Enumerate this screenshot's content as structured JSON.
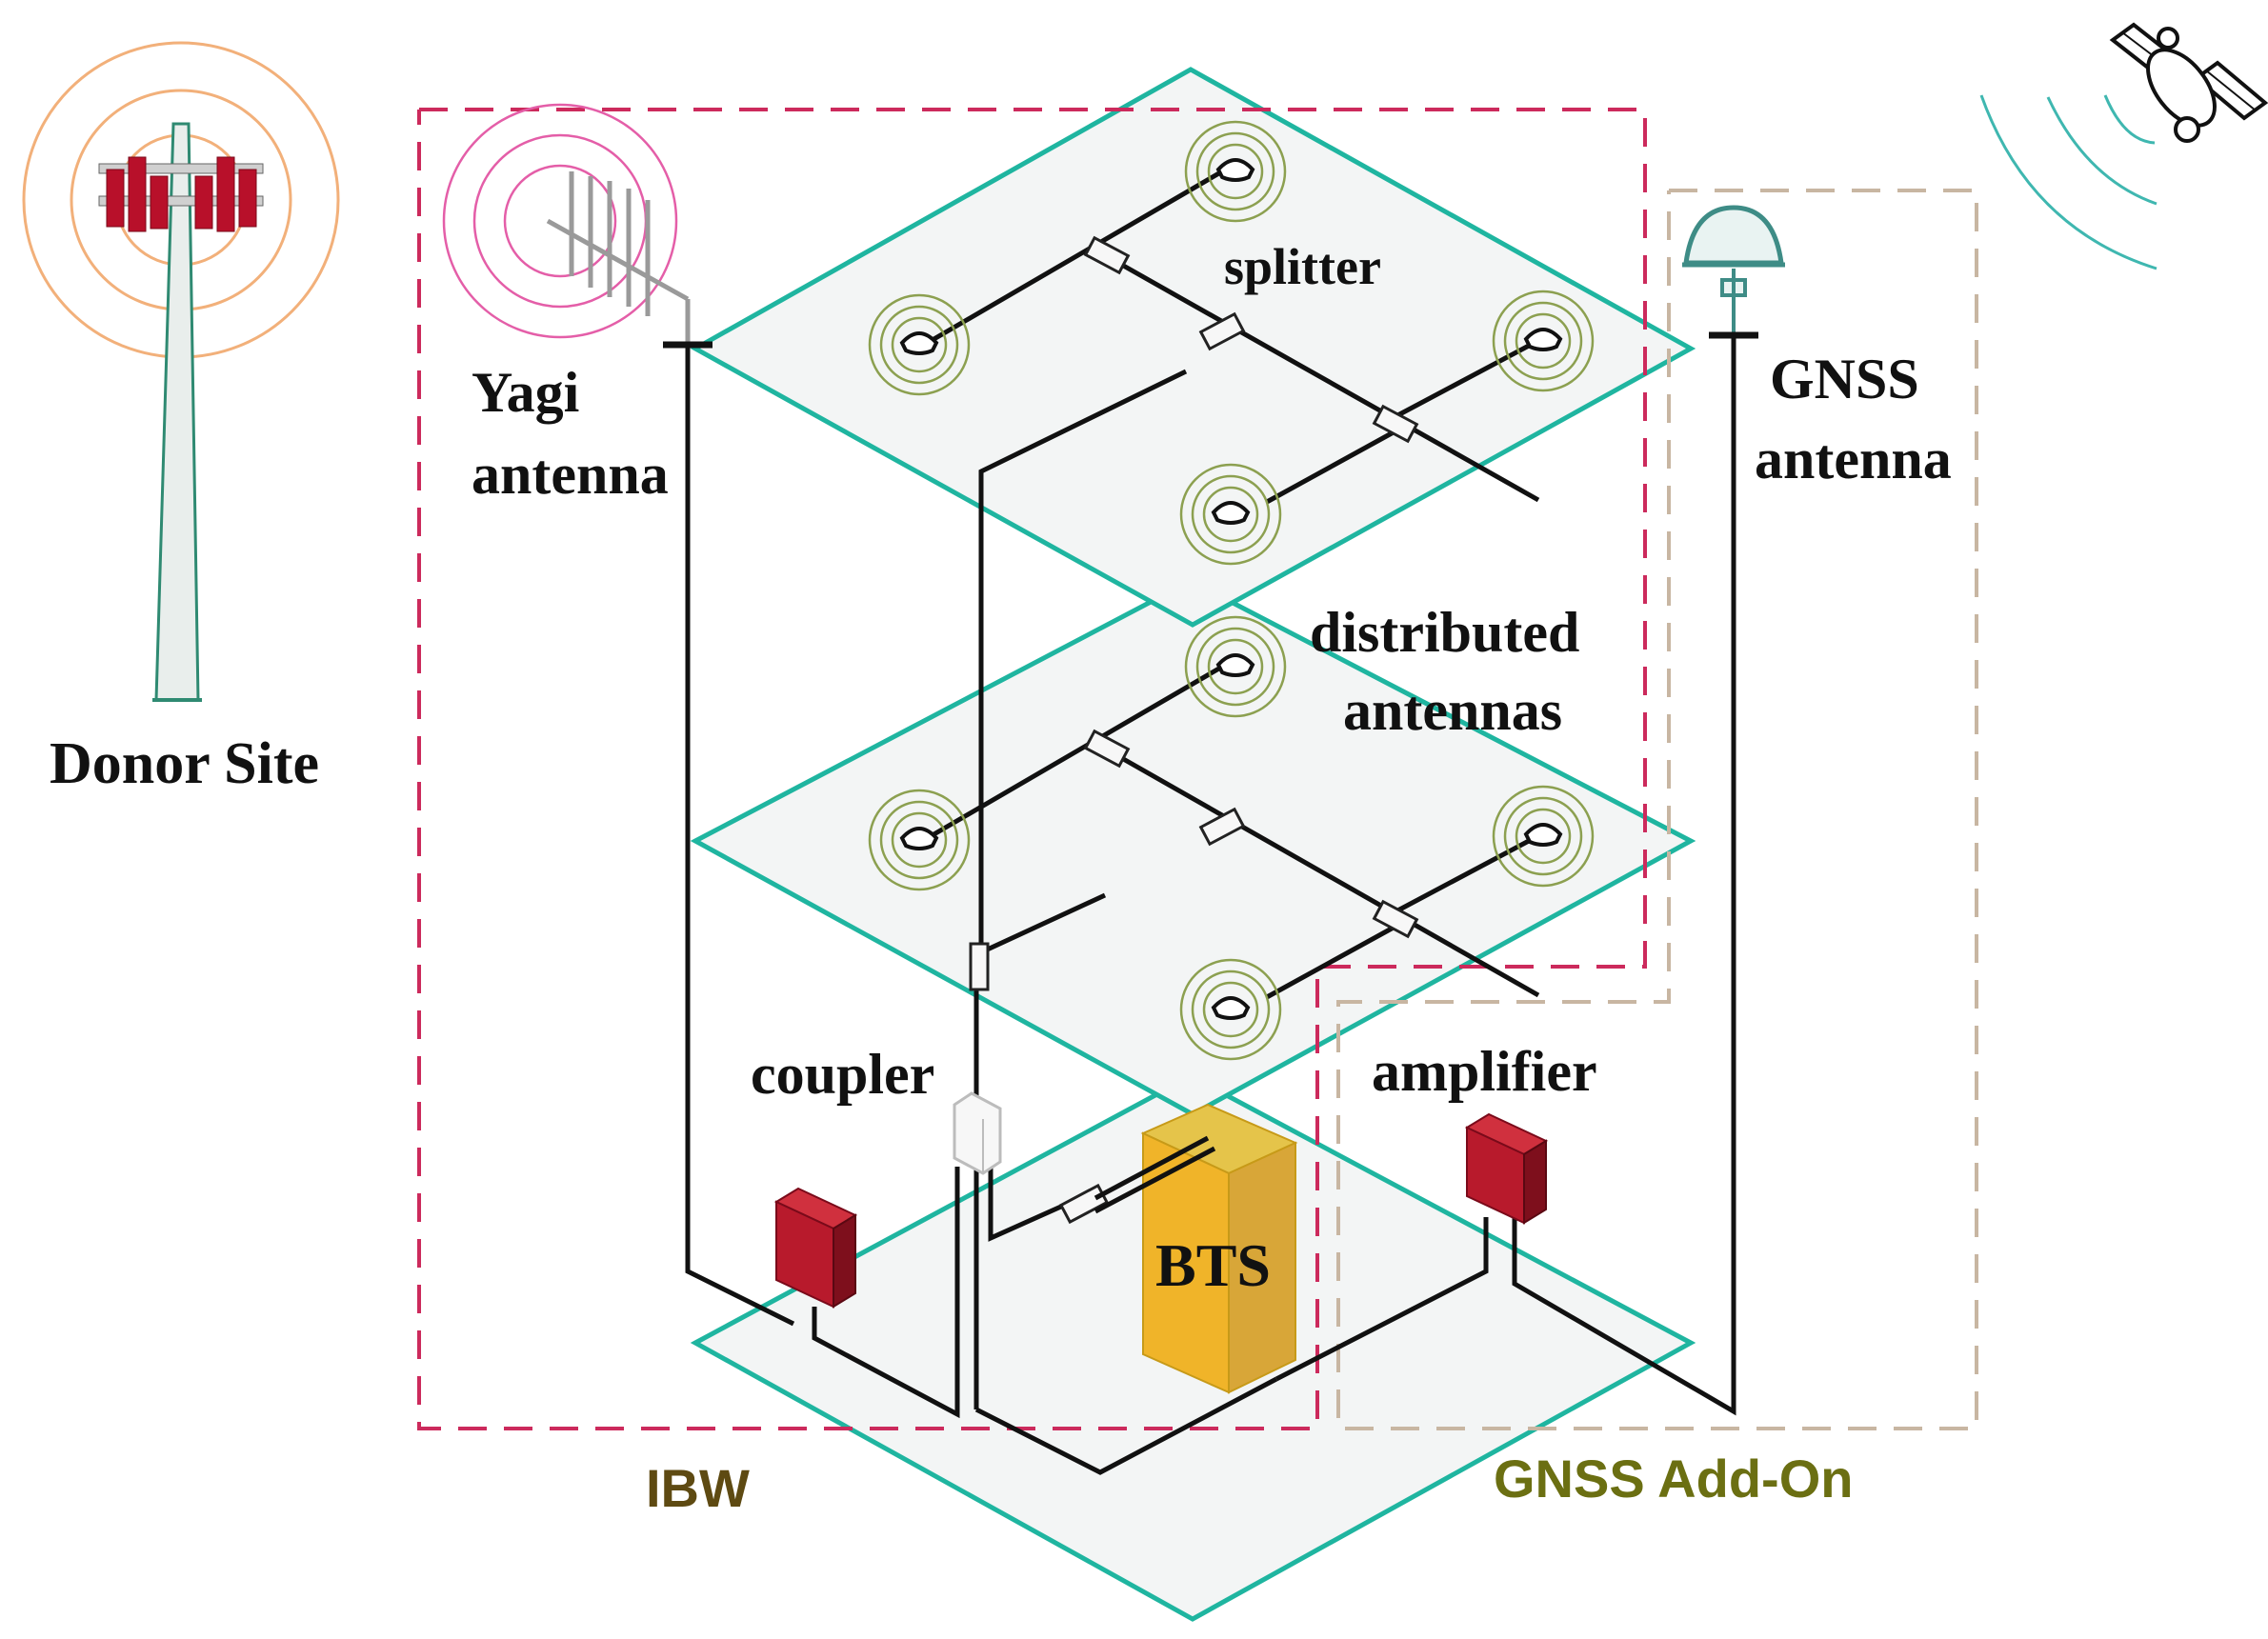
{
  "labels": {
    "donor_site": "Donor Site",
    "yagi_line1": "Yagi",
    "yagi_line2": "antenna",
    "splitter": "splitter",
    "gnss_line1": "GNSS",
    "gnss_line2": "antenna",
    "distributed_line1": "distributed",
    "distributed_line2": "antennas",
    "coupler": "coupler",
    "amplifier": "amplifier",
    "bts": "BTS",
    "ibw": "IBW",
    "gnss_addon": "GNSS Add-On"
  },
  "colors": {
    "floor_stroke": "#1fb5a0",
    "floor_fill": "#f3f5f5",
    "ibw_box": "#cc2a5c",
    "gnss_box": "#c8b6a2",
    "ibw_text": "#5e4a12",
    "gnss_text": "#6b6f12",
    "tower_red": "#b8102a",
    "donor_rings": "#f2b07a",
    "yagi_rings": "#e45ea8",
    "antenna_rings": "#8ca050",
    "bts_gold": "#f0b429",
    "amplifier_red": "#b81a2c",
    "satellite_waves": "#3fb7b0",
    "gnss_antenna": "#3e8c86"
  }
}
